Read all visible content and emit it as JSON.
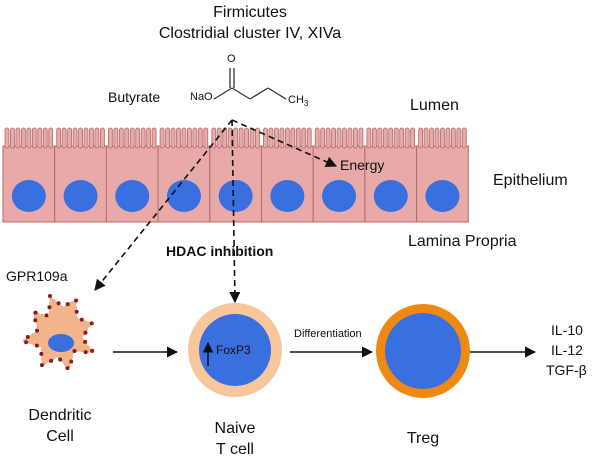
{
  "header": {
    "line1": "Firmicutes",
    "line2": "Clostridial cluster IV, XIVa"
  },
  "molecule": {
    "name": "Butyrate",
    "na_label": "NaO",
    "o_label": "O",
    "ch3_label": "CH",
    "ch3_sub": "3"
  },
  "regions": {
    "lumen": "Lumen",
    "epithelium": "Epithelium",
    "lamina_propria": "Lamina Propria"
  },
  "labels": {
    "energy": "Energy",
    "hdac": "HDAC inhibition",
    "gpr": "GPR109a",
    "differentiation": "Differentiation",
    "foxp3": "FoxP3"
  },
  "cells": {
    "dendritic": {
      "line1": "Dendritic",
      "line2": "Cell"
    },
    "naive": {
      "line1": "Naive",
      "line2": "T cell"
    },
    "treg": "Treg"
  },
  "cytokines": [
    "IL-10",
    "IL-12",
    "TGF-β"
  ],
  "colors": {
    "epithelial_cell": "#e8a9a9",
    "epithelial_border": "#b56c6c",
    "nucleus": "#3a6fe0",
    "dendritic_cell": "#f2b48a",
    "dendritic_dots": "#8b1a1a",
    "naive_ring": "#f7c69a",
    "treg_ring": "#ee8a12",
    "arrow": "#111111"
  }
}
